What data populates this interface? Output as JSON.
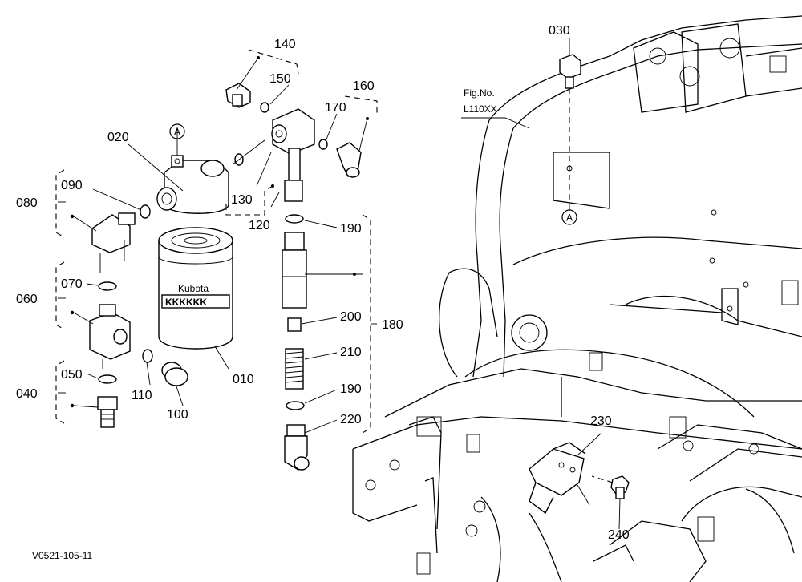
{
  "callouts": {
    "p010": "010",
    "p020": "020",
    "p030": "030",
    "p040": "040",
    "p050": "050",
    "p060": "060",
    "p070": "070",
    "p080": "080",
    "p090": "090",
    "p100": "100",
    "p110": "110",
    "p120": "120",
    "p130": "130",
    "p140": "140",
    "p150": "150",
    "p160": "160",
    "p170": "170",
    "p180": "180",
    "p190a": "190",
    "p190b": "190",
    "p200": "200",
    "p210": "210",
    "p220": "220",
    "p230": "230",
    "p240": "240"
  },
  "refs": {
    "a_top": "A",
    "a_frame": "A"
  },
  "fig_ref": {
    "line1": "Fig.No.",
    "line2": "L110XX"
  },
  "filter_brand": "Kubota",
  "filter_band": "KKKKKK",
  "drawing_code": "V0521-105-11"
}
